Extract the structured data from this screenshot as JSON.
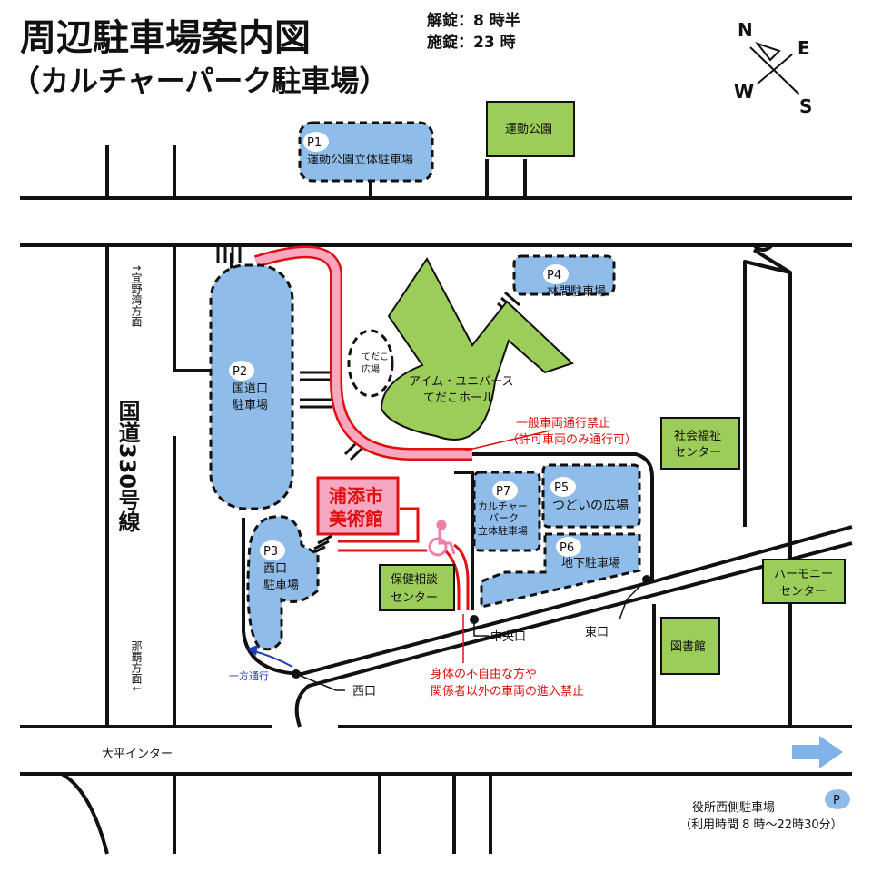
{
  "title": {
    "main": "周辺駐車場案内図",
    "sub": "（カルチャーパーク駐車場）"
  },
  "hours": {
    "unlock": "解錠：8 時半",
    "lock": "施錠：23 時"
  },
  "compass": {
    "n": "N",
    "e": "E",
    "w": "W",
    "s": "S"
  },
  "colors": {
    "parking": "#8fbce8",
    "green": "#9ccc5a",
    "museum": "#f7a8c0",
    "restricted": "#e01010",
    "road": "#111111"
  },
  "parking": {
    "p1": {
      "id": "P1",
      "name": "運動公園立体駐車場"
    },
    "p2": {
      "id": "P2",
      "name1": "国道口",
      "name2": "駐車場"
    },
    "p3": {
      "id": "P3",
      "name1": "西口",
      "name2": "駐車場"
    },
    "p4": {
      "id": "P4",
      "name": "林間駐車場"
    },
    "p5": {
      "id": "P5",
      "name": "つどいの広場"
    },
    "p6": {
      "id": "P6",
      "name": "地下駐車場"
    },
    "p7": {
      "id": "P7",
      "name1": "カルチャー",
      "name2": "パーク",
      "name3": "立体駐車場"
    },
    "yakusho": {
      "badge": "P",
      "name": "役所西側駐車場",
      "hours": "（利用時間 8 時〜22時30分）"
    }
  },
  "facilities": {
    "undo": "運動公園",
    "tedako_plaza1": "てだこ",
    "tedako_plaza2": "広場",
    "hall1": "アイム・ユニバース",
    "hall2": "てだこホール",
    "welfare1": "社会福祉",
    "welfare2": "センター",
    "health1": "保健相談",
    "health2": "センター",
    "harmony1": "ハーモニー",
    "harmony2": "センター",
    "library": "図書館",
    "museum1": "浦添市",
    "museum2": "美術館"
  },
  "roads": {
    "route": "国道330号線",
    "to_ginowan": "↑宜野湾方面",
    "to_naha": "那覇方面↓",
    "interchange": "大平インター"
  },
  "gates": {
    "west": "西口",
    "central": "中央口",
    "east": "東口"
  },
  "notices": {
    "no_general1": "一般車両通行禁止",
    "no_general2": "（許可車両のみ通行可）",
    "accessible1": "身体の不自由な方や",
    "accessible2": "関係者以外の車両の進入禁止",
    "one_way": "一方通行"
  }
}
